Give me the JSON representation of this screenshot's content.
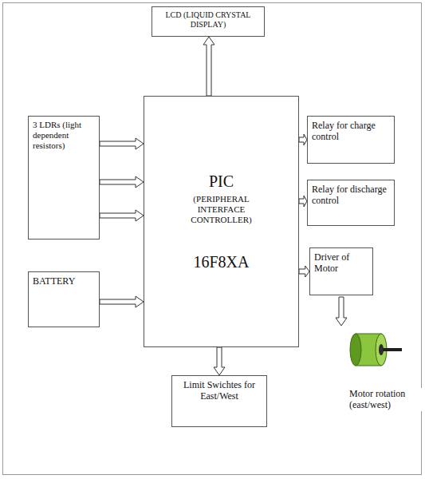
{
  "diagram": {
    "nodes": [
      {
        "text": [
          "LCD (LIQUID CRYSTAL DISPLAY)"
        ]
      },
      {
        "text": [
          "3 LDRs (light dependent resistors)"
        ]
      },
      {
        "text": [
          "PIC",
          "(PERIPHERAL INTERFACE CONTROLLER)",
          "16F8XA"
        ]
      },
      {
        "text": [
          "Relay for charge control"
        ]
      },
      {
        "text": [
          "Relay for discharge control"
        ]
      },
      {
        "text": [
          "BATTERY"
        ]
      },
      {
        "text": [
          "Driver of Motor"
        ]
      },
      {
        "text": [
          "Limit Swichtes for East/West"
        ]
      }
    ],
    "edges": [
      {
        "from": 2,
        "to": 0,
        "arrow": "to"
      },
      {
        "from": 1,
        "to": 2,
        "arrow": "to"
      },
      {
        "from": 1,
        "to": 2,
        "arrow": "to"
      },
      {
        "from": 1,
        "to": 2,
        "arrow": "to"
      },
      {
        "from": 5,
        "to": 2,
        "arrow": "to"
      },
      {
        "from": 2,
        "to": 3,
        "arrow": "to"
      },
      {
        "from": 2,
        "to": 4,
        "arrow": "to"
      },
      {
        "from": 2,
        "to": 6,
        "arrow": "to"
      },
      {
        "from": 2,
        "to": 7,
        "arrow": "to"
      }
    ],
    "labels": [
      "Motor rotation (east/west)"
    ]
  }
}
